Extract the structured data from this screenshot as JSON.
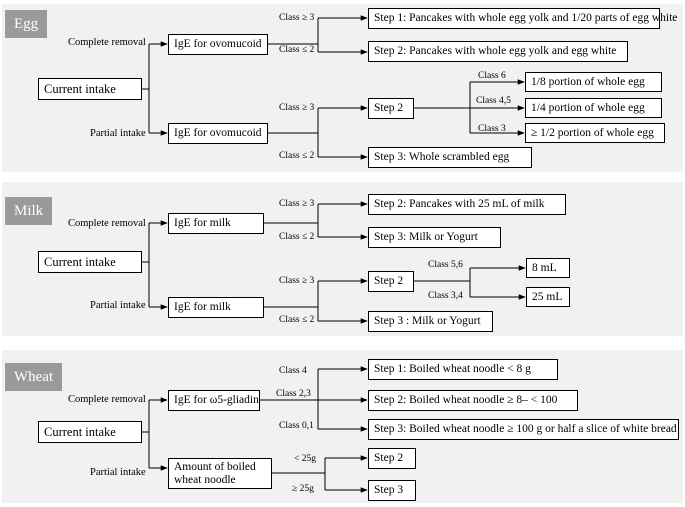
{
  "egg": {
    "tag": "Egg",
    "current_intake": "Current intake",
    "complete_removal": "Complete removal",
    "partial_intake": "Partial intake",
    "ige_top": "IgE for ovomucoid",
    "ige_bottom": "IgE for ovomucoid",
    "class_ge3_a": "Class ≥ 3",
    "class_le2_a": "Class ≤ 2",
    "class_ge3_b": "Class ≥ 3",
    "class_le2_b": "Class ≤ 2",
    "step1": "Step 1: Pancakes with whole egg yolk and 1/20 parts of egg white",
    "step2_top": "Step 2: Pancakes with whole egg yolk and egg white",
    "step2": "Step 2",
    "step3": "Step 3: Whole scrambled egg",
    "class6": "Class 6",
    "class45": "Class 4,5",
    "class3": "Class 3",
    "portion_18": "1/8  portion of whole egg",
    "portion_14": "1/4  portion of whole egg",
    "portion_12": "≥ 1/2 portion of whole egg"
  },
  "milk": {
    "tag": "Milk",
    "current_intake": "Current intake",
    "complete_removal": "Complete removal",
    "partial_intake": "Partial intake",
    "ige_top": "IgE for milk",
    "ige_bottom": "IgE for milk",
    "class_ge3_a": "Class ≥ 3",
    "class_le2_a": "Class ≤ 2",
    "class_ge3_b": "Class ≥ 3",
    "class_le2_b": "Class ≤ 2",
    "step2_top": "Step 2: Pancakes with 25 mL of milk",
    "step3_top": "Step 3: Milk or Yogurt",
    "step2": "Step 2",
    "step3_bottom": "Step 3 : Milk or Yogurt",
    "class56": "Class 5,6",
    "class34": "Class 3,4",
    "ml8": "8 mL",
    "ml25": "25 mL"
  },
  "wheat": {
    "tag": "Wheat",
    "current_intake": "Current intake",
    "complete_removal": "Complete removal",
    "partial_intake": "Partial intake",
    "ige": "IgE for ω5-gliadin",
    "amount": "Amount of boiled wheat noodle",
    "class4": "Class 4",
    "class23": "Class 2,3",
    "class01": "Class 0,1",
    "lt25": "< 25g",
    "ge25": "≥ 25g",
    "step1": "Step 1: Boiled wheat noodle < 8 g",
    "step2_top": "Step 2: Boiled wheat noodle ≥ 8– < 100",
    "step3_top": "Step 3: Boiled wheat noodle ≥ 100 g or half a slice of white bread",
    "step2": "Step 2",
    "step3": "Step 3"
  }
}
